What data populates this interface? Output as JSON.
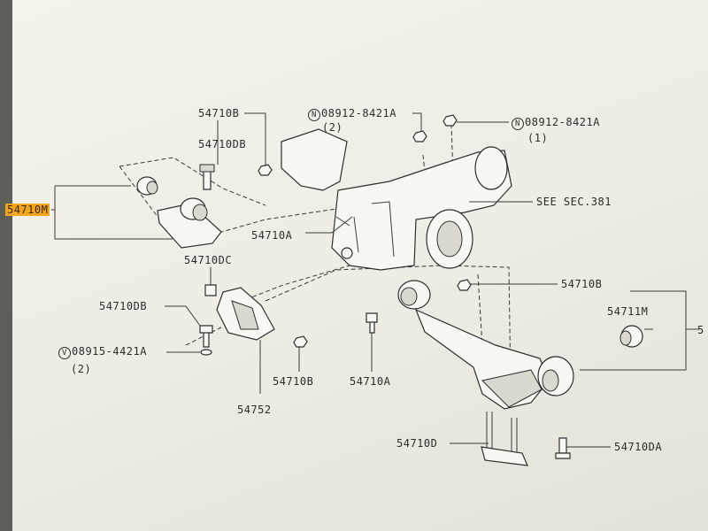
{
  "labels": {
    "p54710m": "54710M",
    "p54710b_top": "54710B",
    "p54710db_top": "54710DB",
    "nut_ref_2": "08912-8421A",
    "qty_2": "(2)",
    "nut_ref_1": "08912-8421A",
    "qty_1": "(1)",
    "see_sec": "SEE SEC.381",
    "p54710a_left": "54710A",
    "p54710dc": "54710DC",
    "p54710b_right": "54710B",
    "p54710db_left": "54710DB",
    "washer_ref": "08915-4421A",
    "qty_washer": "(2)",
    "p54711m": "54711M",
    "p54710b_bottom": "54710B",
    "p54710a_bottom": "54710A",
    "p54752": "54752",
    "p54710d": "54710D",
    "p54710da": "54710DA",
    "cut_right": "5",
    "n_symbol": "N",
    "v_symbol": "V"
  },
  "colors": {
    "highlight": "#f2a61c",
    "paper": "#f0f0e8",
    "ink": "#2c2c2c"
  }
}
